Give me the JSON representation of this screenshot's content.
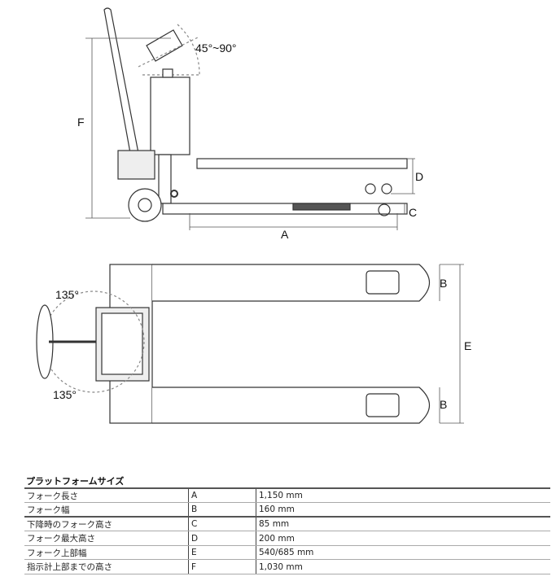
{
  "drawing": {
    "angle_display": "45°~90°",
    "angle_left_top": "135°",
    "angle_left_bottom": "135°",
    "dims": {
      "A": "A",
      "B": "B",
      "C": "C",
      "D": "D",
      "E": "E",
      "F": "F"
    }
  },
  "table": {
    "title": "プラットフォームサイズ",
    "rows": [
      {
        "name": "フォーク長さ",
        "code": "A",
        "value": "1,150 mm"
      },
      {
        "name": "フォーク幅",
        "code": "B",
        "value": "160 mm"
      },
      {
        "name": "下降時のフォーク高さ",
        "code": "C",
        "value": "85 mm"
      },
      {
        "name": "フォーク最大高さ",
        "code": "D",
        "value": "200 mm"
      },
      {
        "name": "フォーク上部幅",
        "code": "E",
        "value": "540/685 mm"
      },
      {
        "name": "指示計上部までの高さ",
        "code": "F",
        "value": "1,030 mm"
      }
    ]
  }
}
